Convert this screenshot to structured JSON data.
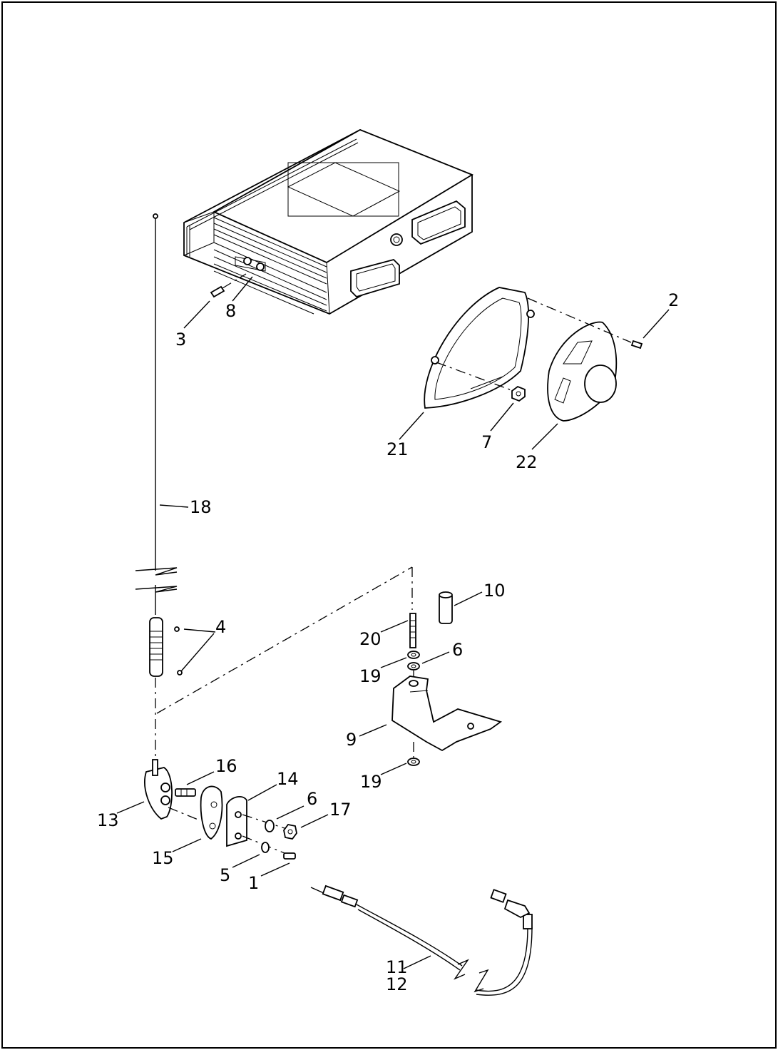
{
  "callouts": {
    "c1": "1",
    "c2": "2",
    "c3": "3",
    "c4": "4",
    "c5": "5",
    "c6a": "6",
    "c6b": "6",
    "c7": "7",
    "c8": "8",
    "c9": "9",
    "c10": "10",
    "c11": "11",
    "c12": "12",
    "c13": "13",
    "c14": "14",
    "c15": "15",
    "c16": "16",
    "c17": "17",
    "c18": "18",
    "c19a": "19",
    "c19b": "19",
    "c20": "20",
    "c21": "21",
    "c22": "22"
  }
}
